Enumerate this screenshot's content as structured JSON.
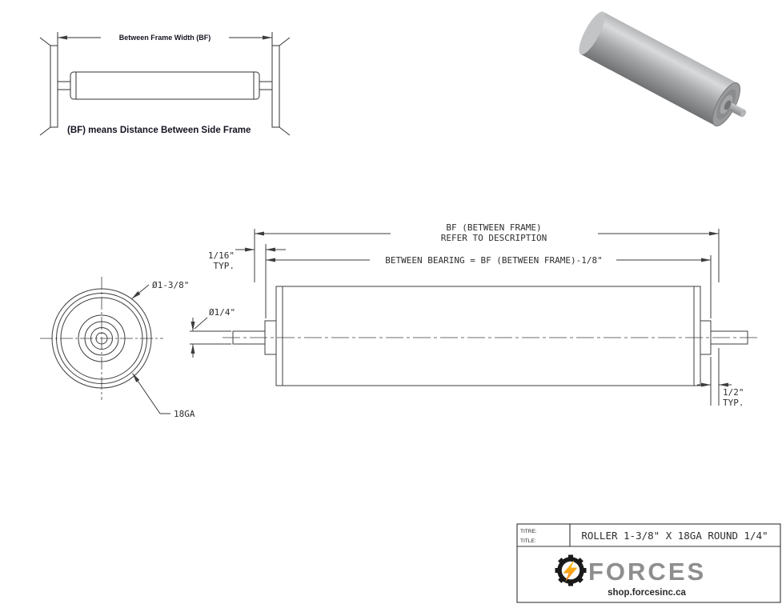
{
  "colors": {
    "line": "#3d3d3d",
    "ink": "#1a1a1a",
    "lightning_top": "#fcc60e",
    "lightning_bottom": "#f58220",
    "brand_gray": "#8e8e8e"
  },
  "icons": {
    "logo": "gear-lightning-icon"
  },
  "inset": {
    "dim_label": "Between Frame Width (BF)",
    "caption": "(BF) means Distance Between Side Frame"
  },
  "end_view": {
    "diameter_label": "Ø1-3/8\"",
    "gauge_label": "18GA"
  },
  "side_view": {
    "bf_label_line1": "BF (BETWEEN FRAME)",
    "bf_label_line2": "REFER TO DESCRIPTION",
    "between_bearing_label": "BETWEEN BEARING = BF (BETWEEN FRAME)-1/8\"",
    "left_gap_line1": "1/16\"",
    "left_gap_line2": "TYP.",
    "shaft_diameter_label": "Ø1/4\"",
    "right_gap_line1": "1/2\"",
    "right_gap_line2": "TYP."
  },
  "title_block": {
    "label_fr": "TITRE:",
    "label_en": "TITLE:",
    "title": "ROLLER 1-3/8\" X 18GA ROUND 1/4\"",
    "brand": "FORCES",
    "website": "shop.forcesinc.ca"
  }
}
